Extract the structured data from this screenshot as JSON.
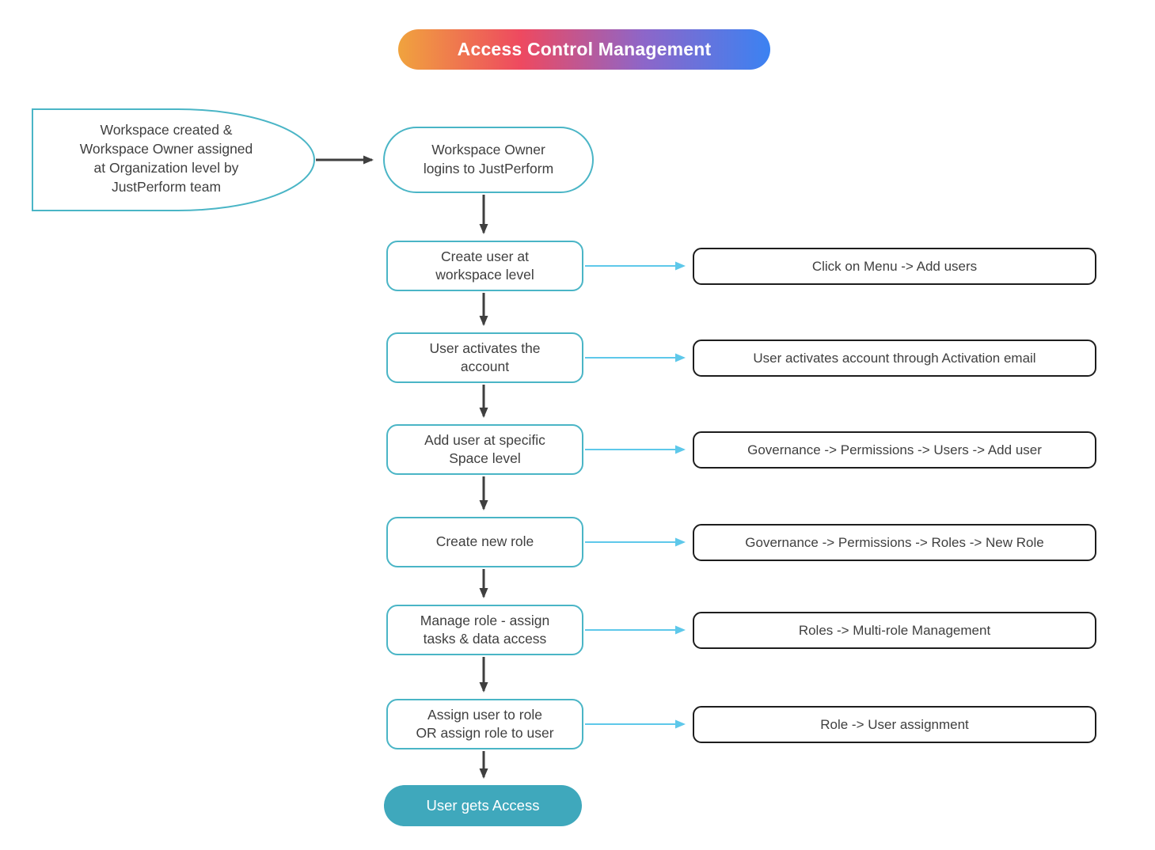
{
  "title": {
    "label": "Access Control Management"
  },
  "colors": {
    "teal_border": "#4ab5c6",
    "teal_fill": "#3fa8bc",
    "dark_arrow": "#3f3f3f",
    "cyan_arrow": "#5ec8ea",
    "detail_box_border": "#1d1d1d",
    "title_gradient": [
      "#f0a33e",
      "#ee4960",
      "#8d66c9",
      "#3b82f2"
    ],
    "text": "#3f3f3f"
  },
  "flow": {
    "start_note": {
      "label": "Workspace created &\nWorkspace Owner assigned\nat Organization level by\nJustPerform team"
    },
    "start": {
      "label": "Workspace Owner\nlogins to JustPerform"
    },
    "steps": [
      {
        "label": "Create user at\nworkspace level",
        "detail": "Click on Menu -> Add users"
      },
      {
        "label": "User activates the\naccount",
        "detail": "User activates account through Activation email"
      },
      {
        "label": "Add user at specific\nSpace level",
        "detail": "Governance -> Permissions -> Users -> Add user"
      },
      {
        "label": "Create new role",
        "detail": "Governance -> Permissions -> Roles -> New Role"
      },
      {
        "label": "Manage role - assign\ntasks & data access",
        "detail": "Roles -> Multi-role Management"
      },
      {
        "label": "Assign user to role\nOR assign role to user",
        "detail": "Role -> User assignment"
      }
    ],
    "end": {
      "label": "User gets Access"
    }
  }
}
